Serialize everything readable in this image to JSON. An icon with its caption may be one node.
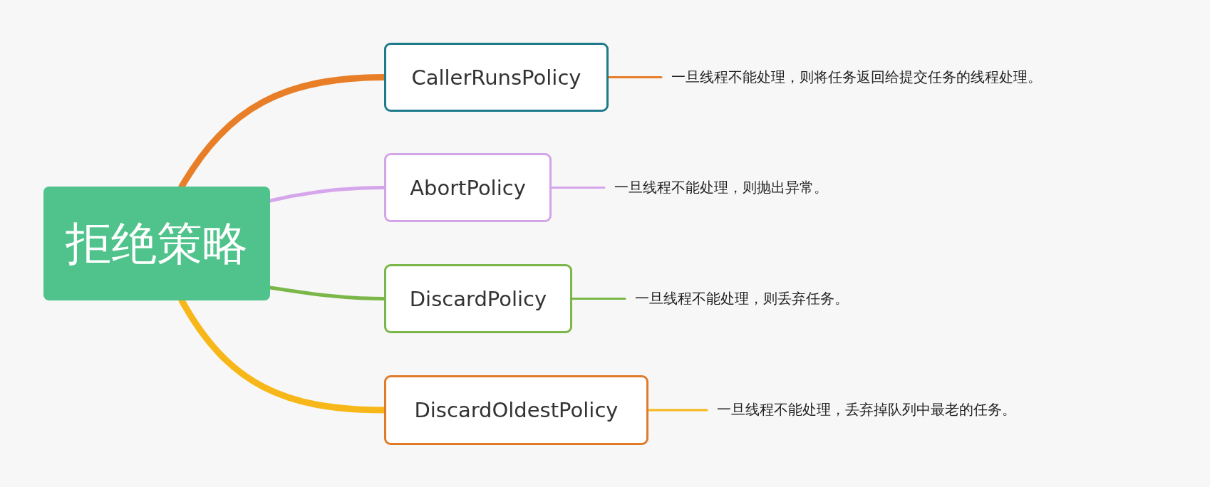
{
  "diagram": {
    "nodes": [
      {
        "text": [
          "拒绝策略"
        ]
      },
      {
        "text": [
          "CallerRunsPolicy"
        ]
      },
      {
        "text": [
          "AbortPolicy"
        ]
      },
      {
        "text": [
          "DiscardPolicy"
        ]
      },
      {
        "text": [
          "DiscardOldestPolicy"
        ]
      },
      {
        "text": [
          "一旦线程不能处理，则将任务返回给提交任务的线程处理。"
        ]
      },
      {
        "text": [
          "一旦线程不能处理，则抛出异常。"
        ]
      },
      {
        "text": [
          "一旦线程不能处理，则丢弃任务。"
        ]
      },
      {
        "text": [
          "一旦线程不能处理，丢弃掉队列中最老的任务。"
        ]
      }
    ],
    "edges": [
      {
        "from": 0,
        "to": 1,
        "arrow": "none",
        "style": "thick",
        "color": "#e87e27"
      },
      {
        "from": 0,
        "to": 2,
        "arrow": "none",
        "color": "#d6a6ec"
      },
      {
        "from": 0,
        "to": 3,
        "arrow": "none",
        "color": "#7ab648"
      },
      {
        "from": 0,
        "to": 4,
        "arrow": "none",
        "style": "thick",
        "color": "#f7b718"
      },
      {
        "from": 1,
        "to": 5,
        "arrow": "none",
        "color": "#e87e27"
      },
      {
        "from": 2,
        "to": 6,
        "arrow": "none",
        "color": "#d6a6ec"
      },
      {
        "from": 3,
        "to": 7,
        "arrow": "none",
        "color": "#7ab648"
      },
      {
        "from": 4,
        "to": 8,
        "arrow": "none",
        "color": "#f7b718"
      }
    ]
  }
}
